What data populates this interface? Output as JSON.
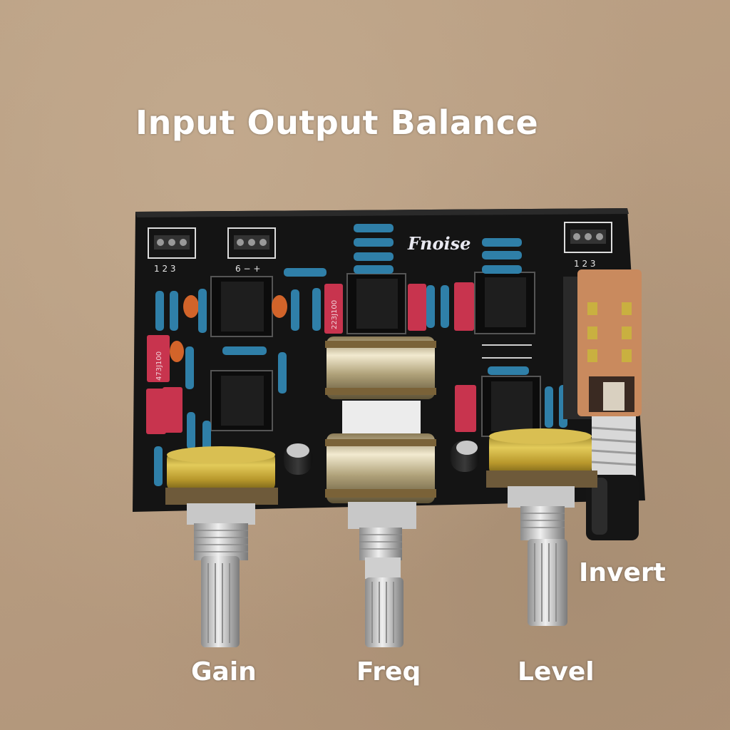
{
  "title": "Input Output Balance",
  "board": {
    "brand": "Fnoise",
    "connector_left_pins": "1 2 3",
    "connector_mid_pins": "6 − +",
    "connector_right_pins": "1 2 3",
    "cap_code_a": "473J100",
    "cap_code_b": "223J100"
  },
  "controls": {
    "gain": "Gain",
    "freq": "Freq",
    "level": "Level",
    "invert": "Invert"
  },
  "colors": {
    "pcb": "#141414",
    "resistor": "#2f7fa8",
    "film_cap": "#c8344e",
    "ceramic_cap": "#d2642a",
    "pot_brass": "#c9a93a",
    "switch_body": "#c98a5e"
  }
}
